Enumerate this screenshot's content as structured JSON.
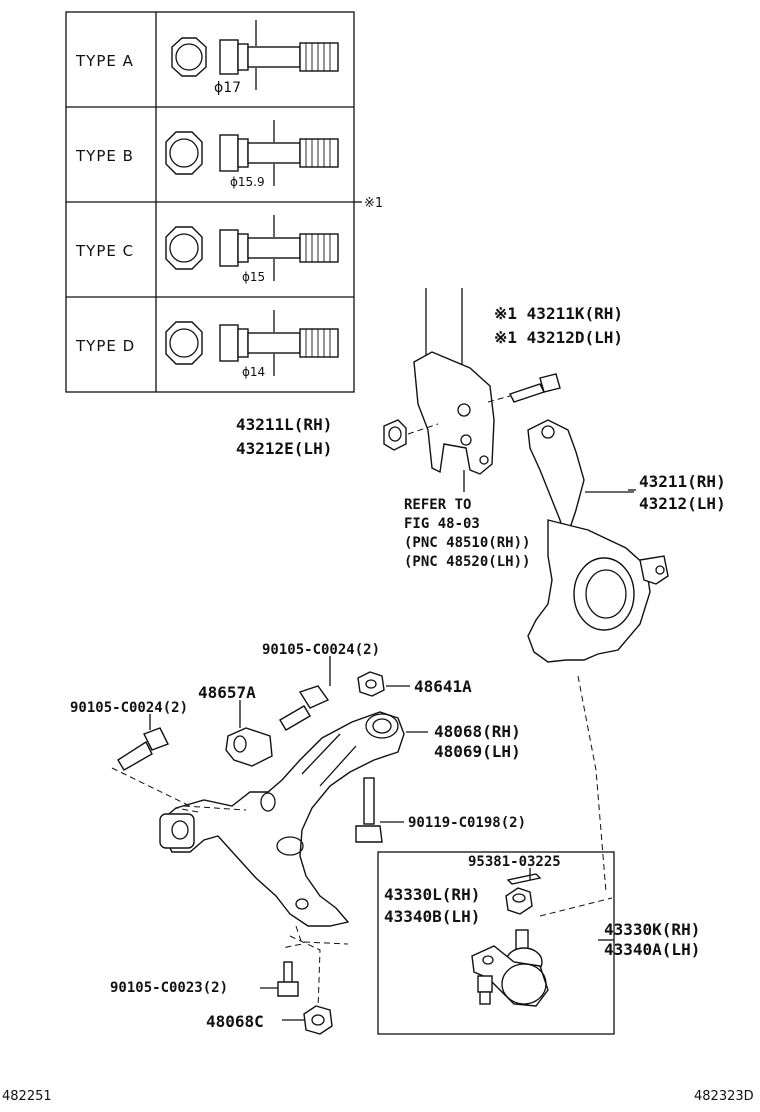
{
  "types": [
    {
      "label": "TYPE A",
      "dia": "ϕ17"
    },
    {
      "label": "TYPE B",
      "dia": "ϕ15.9"
    },
    {
      "label": "TYPE C",
      "dia": "ϕ15"
    },
    {
      "label": "TYPE D",
      "dia": "ϕ14"
    }
  ],
  "note_ref": "※1",
  "labels": {
    "bolt_rh": "※1  43211K(RH)",
    "bolt_lh": "※1  43212D(LH)",
    "nut_rh": "43211L(RH)",
    "nut_lh": "43212E(LH)",
    "refer1": "REFER TO",
    "refer2": "FIG 48-03",
    "refer3": "(PNC 48510(RH))",
    "refer4": "(PNC 48520(LH))",
    "knuckle_rh": "43211(RH)",
    "knuckle_lh": "43212(LH)",
    "bolt_90105_top": "90105-C0024(2)",
    "bracket": "48657A",
    "nut_48641": "48641A",
    "bolt_90105_left": "90105-C0024(2)",
    "arm_rh": "48068(RH)",
    "arm_lh": "48069(LH)",
    "bolt_90119": "90119-C0198(2)",
    "pin": "95381-03225",
    "nut_43330": "43330L(RH)",
    "nut_43340": "43340B(LH)",
    "joint_rh": "43330K(RH)",
    "joint_lh": "43340A(LH)",
    "bolt_90105_c0023": "90105-C0023(2)",
    "nut_48068c": "48068C",
    "code_left": "482251",
    "code_right": "482323D"
  }
}
